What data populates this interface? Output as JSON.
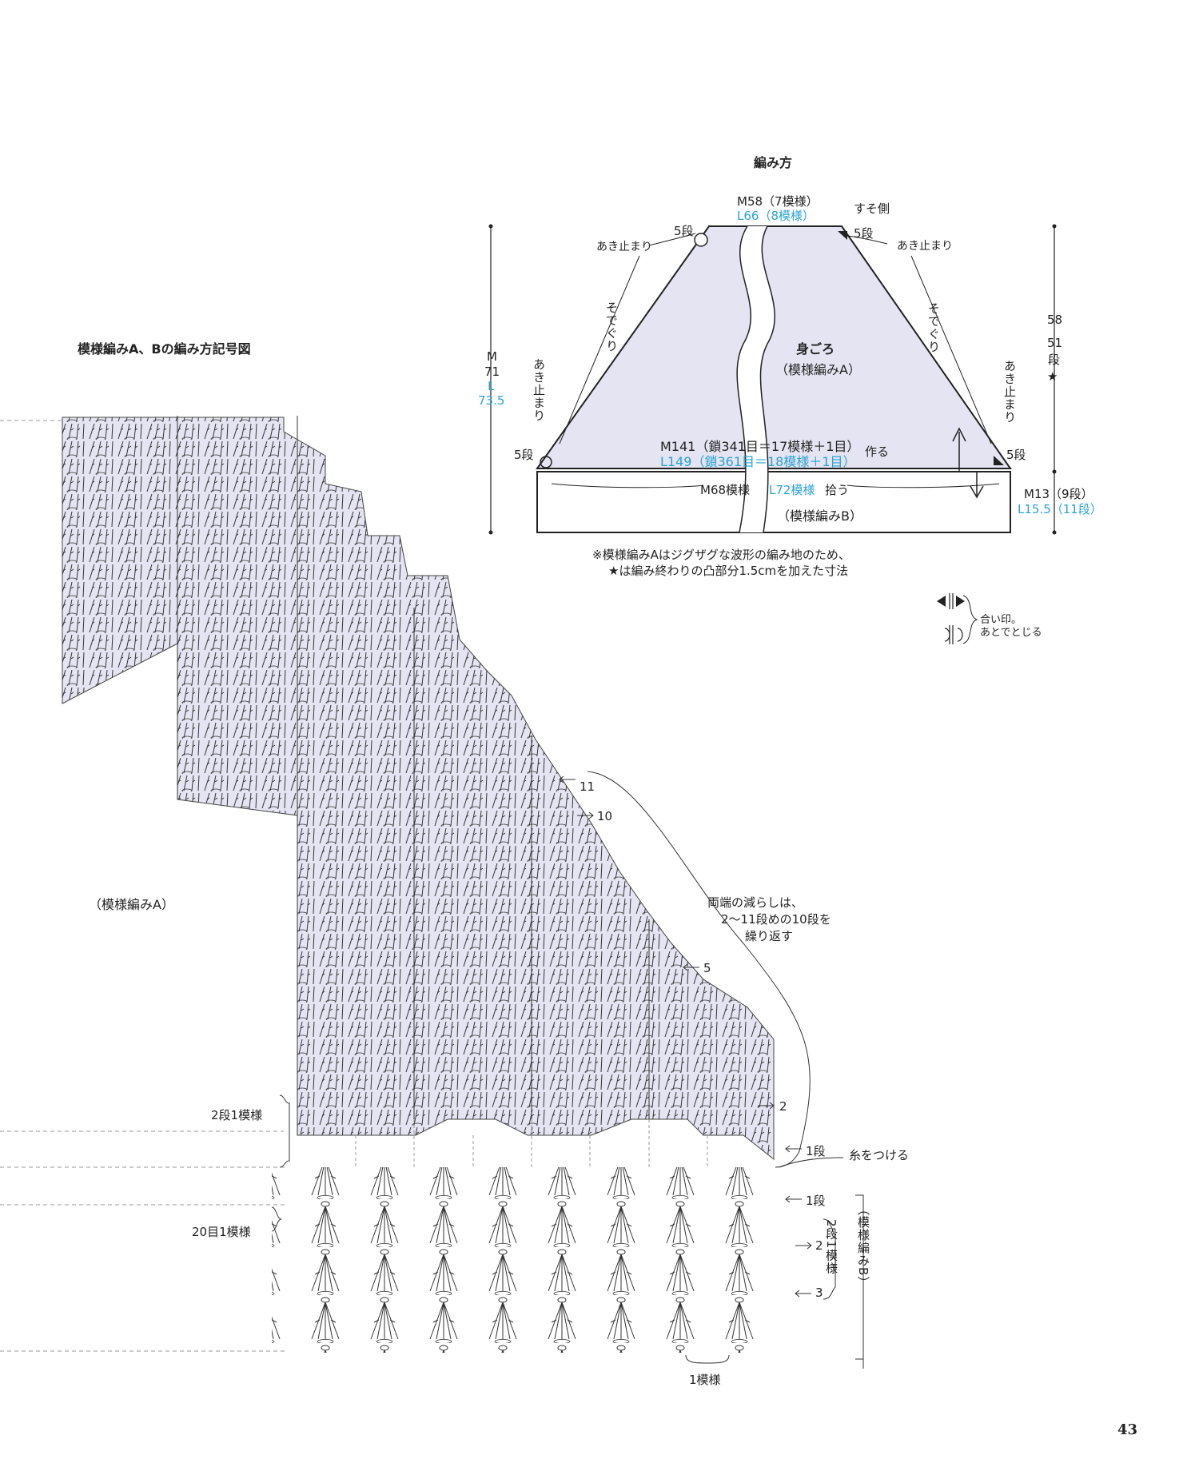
{
  "diagram": {
    "title": "編み方",
    "top_width_m": "M58（7模様）",
    "top_width_l": "L66（8模様）",
    "hem_side": "すそ側",
    "slit_stop_left": "あき止まり",
    "slit_stop_right": "あき止まり",
    "rows5_tl": "5段",
    "rows5_tr": "5段",
    "rows5_bl": "5段",
    "rows5_br": "5段",
    "sleeve_left": "そでぐり",
    "sleeve_right": "そでぐり",
    "slit_left_v": "あき止まり",
    "slit_right_v": "あき止まり",
    "body_label": "身ごろ",
    "body_sub": "（模様編みA）",
    "height_m_prefix": "M",
    "height_m": "71",
    "height_l_prefix": "L",
    "height_l": "73.5",
    "right_height_1": "58",
    "right_height_2": "51",
    "right_height_3": "段",
    "star": "★",
    "chain_m": "M141（鎖341目＝17模様＋1目）",
    "chain_l": "L149（鎖361目＝18模様＋1目）",
    "make_label": "作る",
    "pickup_m": "M68模様",
    "pickup_l": "L72模様",
    "pickup_suffix": "拾う",
    "border_label": "（模様編みB）",
    "border_m": "M13（9段）",
    "border_l": "L15.5（11段）",
    "note_1": "※模様編みAはジグザグな波形の編み地のため、",
    "note_2": "★は編み終わりの凸部分1.5cmを加えた寸法",
    "legend_1": "合い印。",
    "legend_2": "あとでとじる"
  },
  "chart": {
    "title": "模様編みA、Bの編み方記号図",
    "pattern_a_label": "（模様編みA）",
    "row_11": "11",
    "row_10": "10",
    "row_5": "5",
    "row_2": "2",
    "row_1dan": "1段",
    "decrease_note_1": "両端の減らしは、",
    "decrease_note_2": "2〜11段めの10段を",
    "decrease_note_3": "繰り返す",
    "two_rows_one_rep": "2段1模様",
    "attach_yarn": "糸をつける",
    "b_row_1": "1段",
    "b_row_2": "2",
    "b_row_3": "3",
    "b_two_rows": "2段1模様",
    "pattern_b_label": "（模様編みB）",
    "twenty_sts": "20目1模様",
    "one_rep": "1模様"
  },
  "page_number": "43",
  "colors": {
    "shape_fill": "#e4e4f2",
    "accent_blue": "#2aa3d6",
    "line": "#222222",
    "guide": "#999999"
  }
}
